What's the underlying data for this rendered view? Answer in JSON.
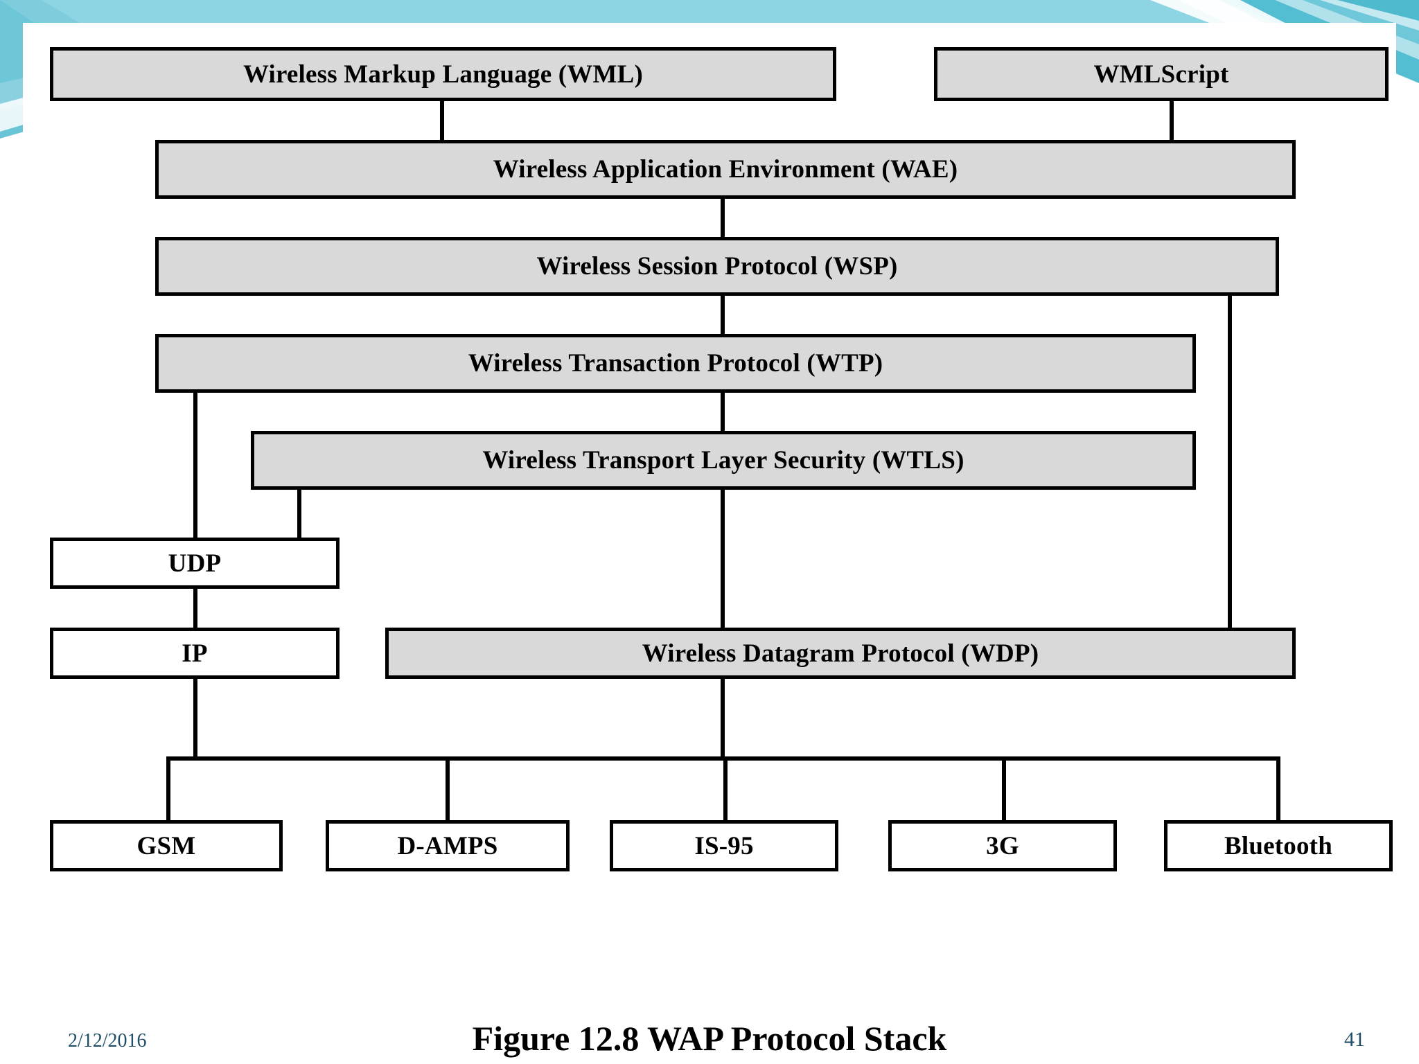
{
  "slide": {
    "figure_caption": "Figure 12.8  WAP Protocol Stack",
    "date": "2/12/2016",
    "page_number": "41",
    "accent_color": "#76cddb",
    "banner_color_light": "#9fd9e6",
    "banner_color_dark": "#5fc2d4",
    "box_fill_gray": "#d9d9d9",
    "box_fill_white": "#ffffff",
    "box_border_color": "#000000",
    "footer_text_color": "#1f4e68"
  },
  "diagram": {
    "title": "WAP Protocol Stack",
    "type": "layered-block-diagram",
    "boxes": [
      {
        "id": "wml",
        "label": "Wireless Markup Language (WML)",
        "fill": "gray"
      },
      {
        "id": "wmlscript",
        "label": "WMLScript",
        "fill": "gray"
      },
      {
        "id": "wae",
        "label": "Wireless Application Environment (WAE)",
        "fill": "gray"
      },
      {
        "id": "wsp",
        "label": "Wireless Session Protocol (WSP)",
        "fill": "gray"
      },
      {
        "id": "wtp",
        "label": "Wireless Transaction Protocol (WTP)",
        "fill": "gray"
      },
      {
        "id": "wtls",
        "label": "Wireless Transport Layer Security (WTLS)",
        "fill": "gray"
      },
      {
        "id": "udp",
        "label": "UDP",
        "fill": "white"
      },
      {
        "id": "ip",
        "label": "IP",
        "fill": "white"
      },
      {
        "id": "wdp",
        "label": "Wireless Datagram Protocol (WDP)",
        "fill": "gray"
      },
      {
        "id": "gsm",
        "label": "GSM",
        "fill": "white"
      },
      {
        "id": "damps",
        "label": "D-AMPS",
        "fill": "white"
      },
      {
        "id": "is95",
        "label": "IS-95",
        "fill": "white"
      },
      {
        "id": "3g",
        "label": "3G",
        "fill": "white"
      },
      {
        "id": "bluetooth",
        "label": "Bluetooth",
        "fill": "white"
      }
    ],
    "bearers": [
      "GSM",
      "D-AMPS",
      "IS-95",
      "3G",
      "Bluetooth"
    ]
  }
}
